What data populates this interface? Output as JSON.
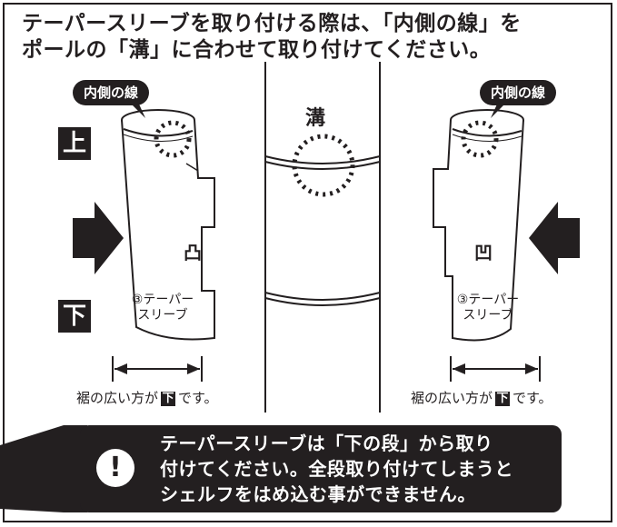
{
  "title_lines": [
    "テーパースリーブを取り付ける際は、「内側の線」を",
    "ポールの「溝」に合わせて取り付けてください。"
  ],
  "left": {
    "bubble": "内側の線",
    "top_label": "上",
    "bottom_label": "下",
    "mark": "凸",
    "sleeve_label": [
      "③テーパー",
      "スリーブ"
    ]
  },
  "right": {
    "bubble": "内側の線",
    "mark": "凹",
    "sleeve_label": [
      "③テーパー",
      "スリーブ"
    ]
  },
  "pole": {
    "groove_label": "溝"
  },
  "caption": {
    "before": "裾の広い方が",
    "mark": "下",
    "after": "です。"
  },
  "warning": {
    "icon": "!",
    "lines": [
      "テーパースリーブは「下の段」から取り",
      "付けてください。全段取り付けてしまうと",
      "シェルフをはめ込む事ができません。"
    ]
  },
  "colors": {
    "ink": "#231f20",
    "paper": "#ffffff"
  }
}
